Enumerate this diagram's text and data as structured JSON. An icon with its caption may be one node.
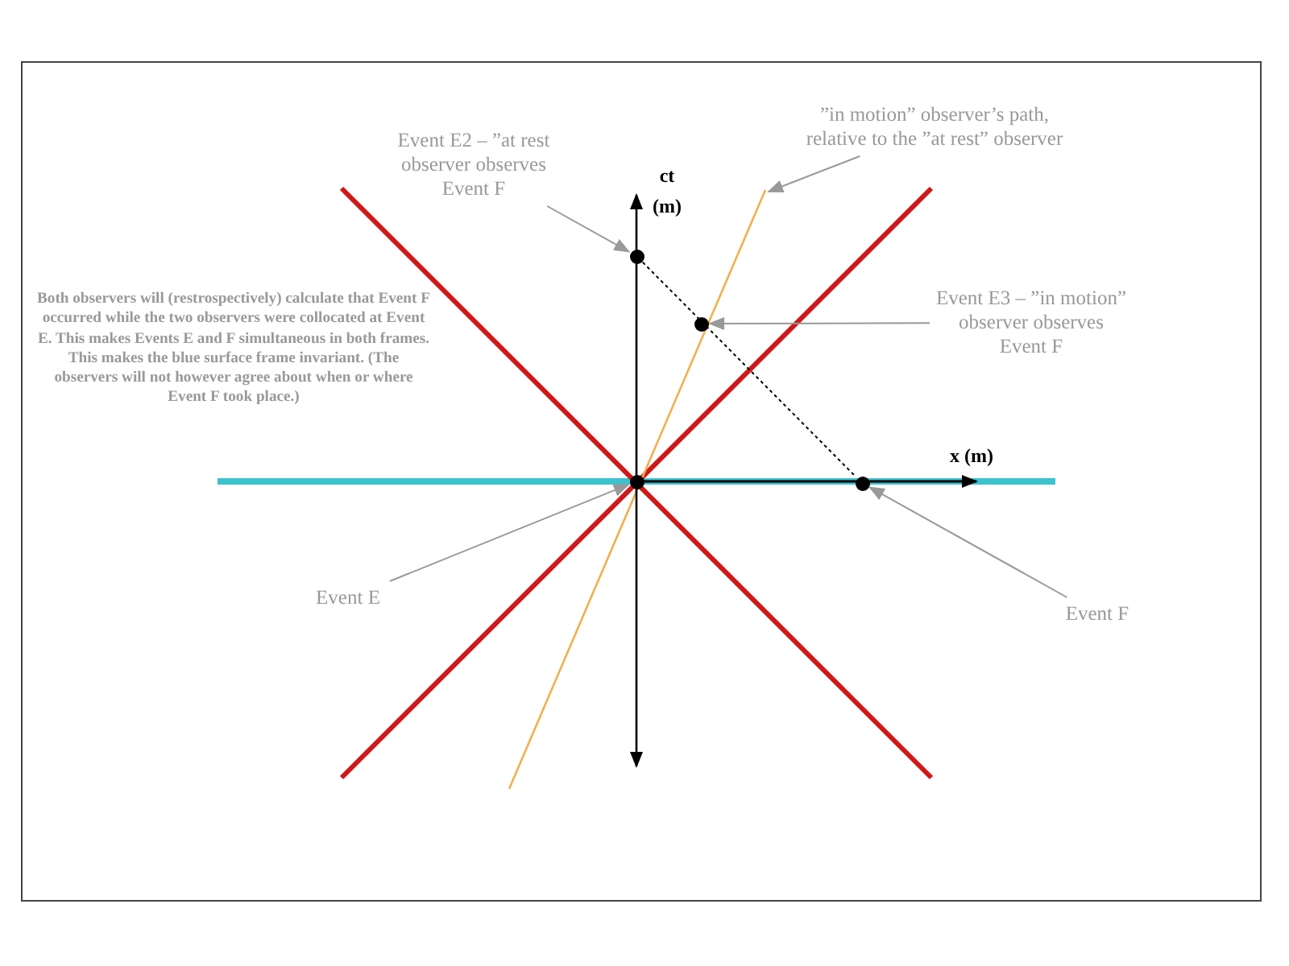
{
  "diagram": {
    "nodes": [
      {
        "text": [
          "Event E2 – ”at rest observer observes Event F"
        ]
      },
      {
        "text": [],
        "shape": "circle"
      },
      {
        "text": [
          "”in motion” observer’s path, relative to the ”at rest” observer"
        ]
      },
      {
        "text": [
          "Event E3 – ”in motion” observer observes Event F"
        ]
      },
      {
        "text": [],
        "shape": "circle"
      },
      {
        "text": [
          "Event E"
        ]
      },
      {
        "text": [],
        "shape": "circle"
      },
      {
        "text": [
          "Event F"
        ]
      },
      {
        "text": [],
        "shape": "circle"
      }
    ],
    "edges": [
      {
        "from": 0,
        "to": 1,
        "arrow": "to"
      },
      {
        "from": 2,
        "to": null,
        "arrow": "to"
      },
      {
        "from": 3,
        "to": 4,
        "arrow": "to"
      },
      {
        "from": 5,
        "to": 6,
        "arrow": "to"
      },
      {
        "from": 7,
        "to": 8,
        "arrow": "to"
      },
      {
        "from": 1,
        "to": 8,
        "arrow": "none",
        "style": "dashed",
        "color": "#000000"
      }
    ],
    "labels": [
      "ct (m)",
      "x (m)",
      "Both observers will (restrospectively) calculate that Event F occurred while the two observers were collocated at Event E.   This makes Events E and F simultaneous in both frames. This makes the blue surface frame invariant. (The observers will not however agree about when or where Event F took place.)"
    ]
  }
}
